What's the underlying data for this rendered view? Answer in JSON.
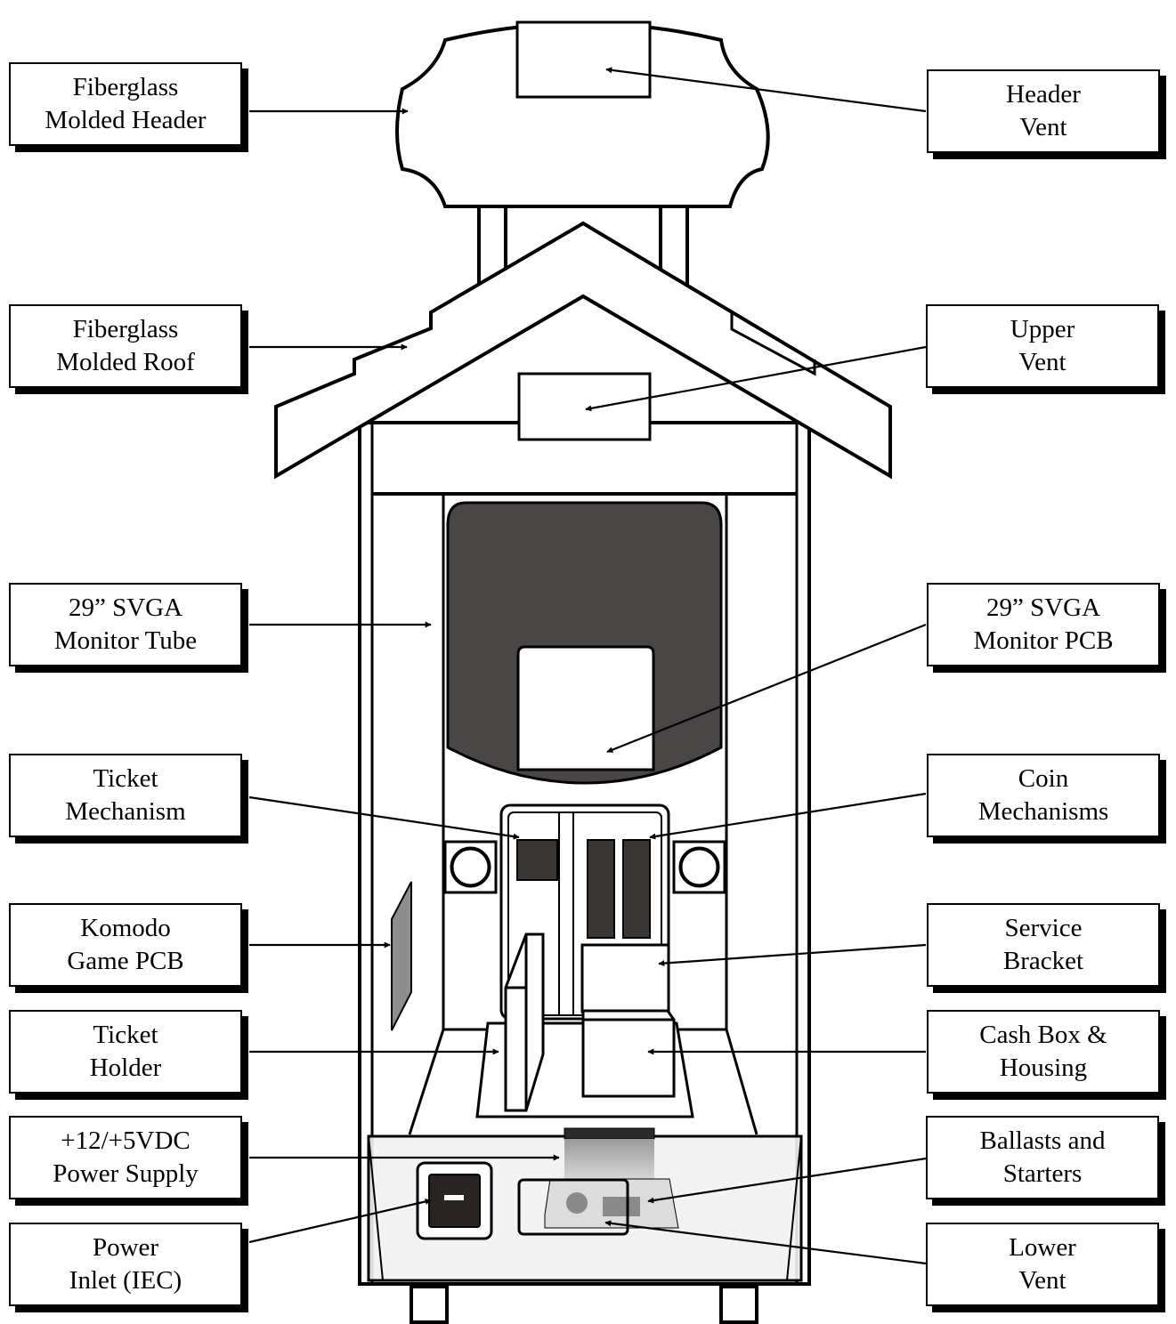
{
  "labels": {
    "fiberglass_header": {
      "line1": "Fiberglass",
      "line2": "Molded Header"
    },
    "header_vent": {
      "line1": "Header",
      "line2": "Vent"
    },
    "fiberglass_roof": {
      "line1": "Fiberglass",
      "line2": "Molded Roof"
    },
    "upper_vent": {
      "line1": "Upper",
      "line2": "Vent"
    },
    "monitor_tube": {
      "line1": "29” SVGA",
      "line2": "Monitor Tube"
    },
    "monitor_pcb": {
      "line1": "29” SVGA",
      "line2": "Monitor PCB"
    },
    "ticket_mechanism": {
      "line1": "Ticket",
      "line2": "Mechanism"
    },
    "coin_mechanisms": {
      "line1": "Coin",
      "line2": "Mechanisms"
    },
    "komodo_pcb": {
      "line1": "Komodo",
      "line2": "Game PCB"
    },
    "service_bracket": {
      "line1": "Service",
      "line2": "Bracket"
    },
    "ticket_holder": {
      "line1": "Ticket",
      "line2": "Holder"
    },
    "cash_box": {
      "line1": "Cash Box &",
      "line2": "Housing"
    },
    "power_supply": {
      "line1": "+12/+5VDC",
      "line2": "Power Supply"
    },
    "ballasts": {
      "line1": "Ballasts and",
      "line2": "Starters"
    },
    "power_inlet": {
      "line1": "Power",
      "line2": "Inlet (IEC)"
    },
    "lower_vent": {
      "line1": "Lower",
      "line2": "Vent"
    }
  },
  "colors": {
    "line": "#000000",
    "monitor_tube": "#4a4645",
    "component_dark": "#3a3634",
    "game_pcb": "#8e8e8e",
    "lower_panel": "#f2f2f2",
    "power_supply": "#c4c4c4"
  }
}
